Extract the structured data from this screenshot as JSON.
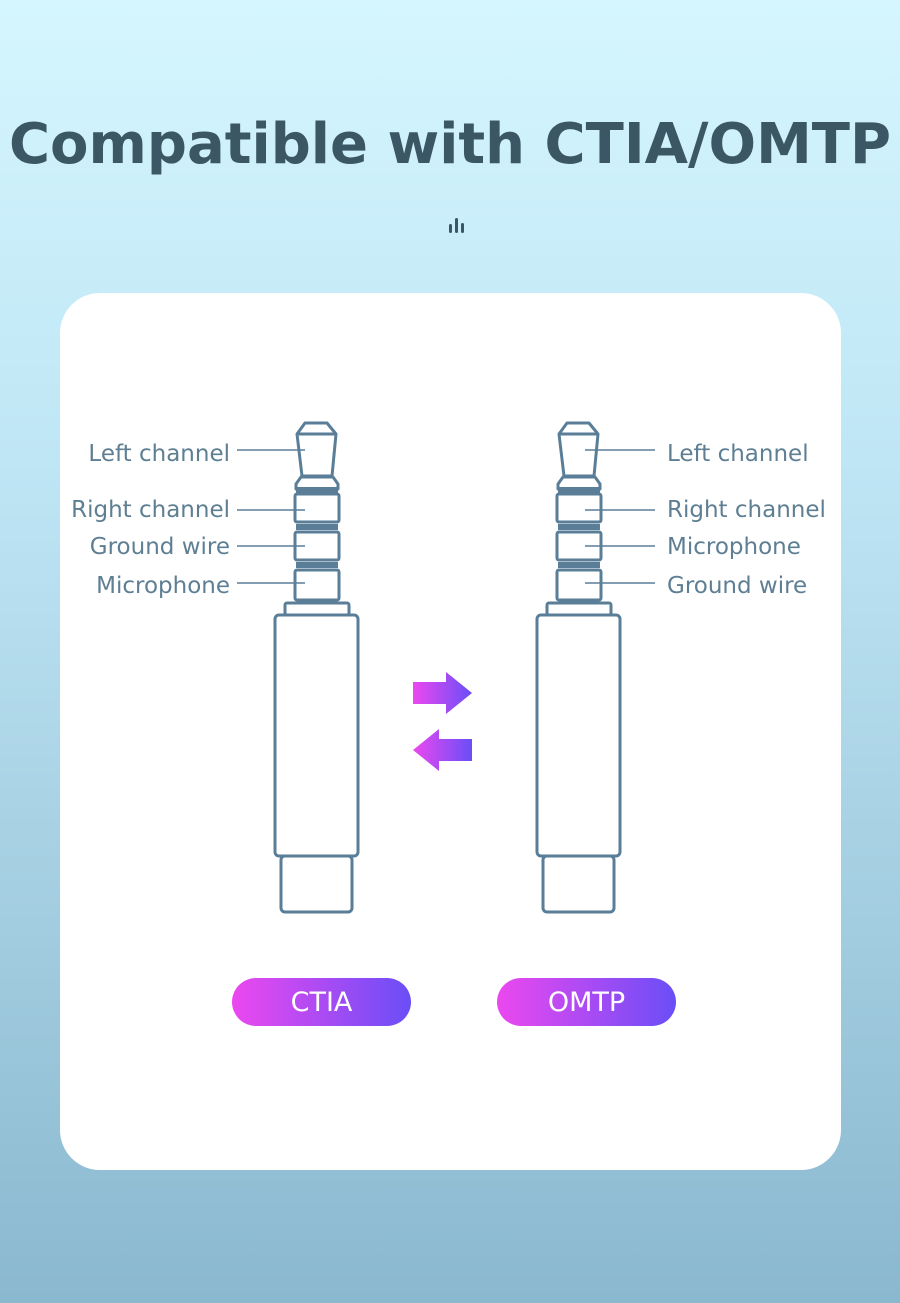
{
  "title": "Compatible with CTIA/OMTP",
  "ctia": {
    "badge": "CTIA",
    "labels": [
      "Left channel",
      "Right channel",
      "Ground wire",
      "Microphone"
    ]
  },
  "omtp": {
    "badge": "OMTP",
    "labels": [
      "Left channel",
      "Right channel",
      "Microphone",
      "Ground wire"
    ]
  },
  "colors": {
    "line": "#5a7e98",
    "gradient_start": "#ec48ef",
    "gradient_end": "#6a4ef7",
    "title": "#3b5664"
  },
  "icons": [
    "bars-icon",
    "arrow-right-icon",
    "arrow-left-icon"
  ]
}
